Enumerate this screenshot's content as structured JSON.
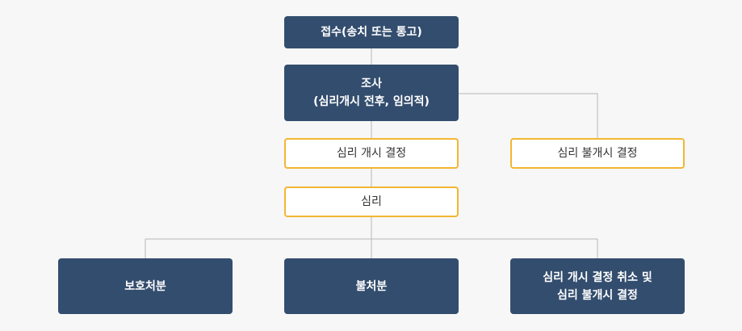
{
  "colors": {
    "dark_box": "#334d6e",
    "light_box_border": "#f2b632",
    "connector": "#b7b7b7",
    "background": "#f7f7f7"
  },
  "nodes": {
    "reception": {
      "label": "접수(송치 또는 통고)"
    },
    "investigation": {
      "line1": "조사",
      "line2": "(심리개시 전후, 임의적)"
    },
    "hearing_start": {
      "label": "심리 개시 결정"
    },
    "no_hearing": {
      "label": "심리 불개시 결정"
    },
    "hearing": {
      "label": "심리"
    },
    "protective_disposition": {
      "label": "보호처분"
    },
    "no_disposition": {
      "label": "불처분"
    },
    "cancel_hearing": {
      "line1": "심리 개시 결정 취소 및",
      "line2": "심리 불개시 결정"
    }
  }
}
